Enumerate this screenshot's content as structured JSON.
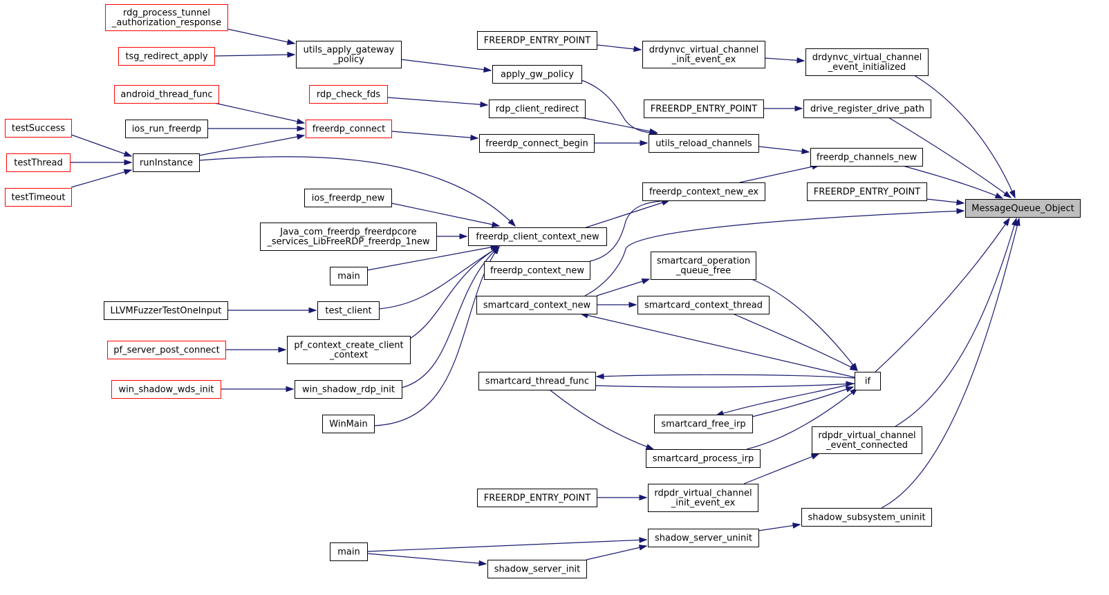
{
  "diagram": {
    "title": "MessageQueue_Object caller graph",
    "colors": {
      "edge": "#191970",
      "normal_border": "#000000",
      "truncated_border": "#ff0000",
      "highlight_fill": "#bfbfbf"
    },
    "nodes": [
      {
        "id": "rdg_process_tunnel_authorization_response",
        "lines": [
          "rdg_process_tunnel",
          "_authorization_response"
        ],
        "style": "truncated"
      },
      {
        "id": "tsg_redirect_apply",
        "lines": [
          "tsg_redirect_apply"
        ],
        "style": "truncated"
      },
      {
        "id": "utils_apply_gateway_policy",
        "lines": [
          "utils_apply_gateway",
          "_policy"
        ],
        "style": "normal"
      },
      {
        "id": "feep1",
        "lines": [
          "FREERDP_ENTRY_POINT"
        ],
        "style": "normal"
      },
      {
        "id": "drdynvc_init",
        "lines": [
          "drdynvc_virtual_channel",
          "_init_event_ex"
        ],
        "style": "normal"
      },
      {
        "id": "drdynvc_event",
        "lines": [
          "drdynvc_virtual_channel",
          "_event_initialized"
        ],
        "style": "normal"
      },
      {
        "id": "apply_gw_policy",
        "lines": [
          "apply_gw_policy"
        ],
        "style": "normal"
      },
      {
        "id": "android_thread_func",
        "lines": [
          "android_thread_func"
        ],
        "style": "truncated"
      },
      {
        "id": "rdp_check_fds",
        "lines": [
          "rdp_check_fds"
        ],
        "style": "truncated"
      },
      {
        "id": "rdp_client_redirect",
        "lines": [
          "rdp_client_redirect"
        ],
        "style": "normal"
      },
      {
        "id": "feep2",
        "lines": [
          "FREERDP_ENTRY_POINT"
        ],
        "style": "normal"
      },
      {
        "id": "drive_register_drive_path",
        "lines": [
          "drive_register_drive_path"
        ],
        "style": "normal"
      },
      {
        "id": "testSuccess",
        "lines": [
          "testSuccess"
        ],
        "style": "truncated"
      },
      {
        "id": "ios_run_freerdp",
        "lines": [
          "ios_run_freerdp"
        ],
        "style": "normal"
      },
      {
        "id": "freerdp_connect",
        "lines": [
          "freerdp_connect"
        ],
        "style": "truncated"
      },
      {
        "id": "freerdp_connect_begin",
        "lines": [
          "freerdp_connect_begin"
        ],
        "style": "normal"
      },
      {
        "id": "utils_reload_channels",
        "lines": [
          "utils_reload_channels"
        ],
        "style": "normal"
      },
      {
        "id": "freerdp_channels_new",
        "lines": [
          "freerdp_channels_new"
        ],
        "style": "normal"
      },
      {
        "id": "testThread",
        "lines": [
          "testThread"
        ],
        "style": "truncated"
      },
      {
        "id": "runInstance",
        "lines": [
          "runInstance"
        ],
        "style": "normal"
      },
      {
        "id": "testTimeout",
        "lines": [
          "testTimeout"
        ],
        "style": "truncated"
      },
      {
        "id": "ios_freerdp_new",
        "lines": [
          "ios_freerdp_new"
        ],
        "style": "normal"
      },
      {
        "id": "freerdp_context_new_ex",
        "lines": [
          "freerdp_context_new_ex"
        ],
        "style": "normal"
      },
      {
        "id": "feep3",
        "lines": [
          "FREERDP_ENTRY_POINT"
        ],
        "style": "normal"
      },
      {
        "id": "MessageQueue_Object",
        "lines": [
          "MessageQueue_Object"
        ],
        "style": "highlight"
      },
      {
        "id": "java_new",
        "lines": [
          "Java_com_freerdp_freerdpcore",
          "_services_LibFreeRDP_freerdp_1new"
        ],
        "style": "normal"
      },
      {
        "id": "freerdp_client_context_new",
        "lines": [
          "freerdp_client_context_new"
        ],
        "style": "normal"
      },
      {
        "id": "main1",
        "lines": [
          "main"
        ],
        "style": "normal"
      },
      {
        "id": "freerdp_context_new",
        "lines": [
          "freerdp_context_new"
        ],
        "style": "normal"
      },
      {
        "id": "smartcard_operation_queue_free",
        "lines": [
          "smartcard_operation",
          "_queue_free"
        ],
        "style": "normal"
      },
      {
        "id": "LLVMFuzzerTestOneInput",
        "lines": [
          "LLVMFuzzerTestOneInput"
        ],
        "style": "normal"
      },
      {
        "id": "test_client",
        "lines": [
          "test_client"
        ],
        "style": "normal"
      },
      {
        "id": "smartcard_context_new",
        "lines": [
          "smartcard_context_new"
        ],
        "style": "normal"
      },
      {
        "id": "smartcard_context_thread",
        "lines": [
          "smartcard_context_thread"
        ],
        "style": "normal"
      },
      {
        "id": "pf_server_post_connect",
        "lines": [
          "pf_server_post_connect"
        ],
        "style": "truncated"
      },
      {
        "id": "pf_context_create_client_context",
        "lines": [
          "pf_context_create_client",
          "_context"
        ],
        "style": "normal"
      },
      {
        "id": "smartcard_thread_func",
        "lines": [
          "smartcard_thread_func"
        ],
        "style": "normal"
      },
      {
        "id": "if",
        "lines": [
          "if"
        ],
        "style": "normal"
      },
      {
        "id": "win_shadow_wds_init",
        "lines": [
          "win_shadow_wds_init"
        ],
        "style": "truncated"
      },
      {
        "id": "win_shadow_rdp_init",
        "lines": [
          "win_shadow_rdp_init"
        ],
        "style": "normal"
      },
      {
        "id": "WinMain",
        "lines": [
          "WinMain"
        ],
        "style": "normal"
      },
      {
        "id": "smartcard_free_irp",
        "lines": [
          "smartcard_free_irp"
        ],
        "style": "normal"
      },
      {
        "id": "rdpdr_event_connected",
        "lines": [
          "rdpdr_virtual_channel",
          "_event_connected"
        ],
        "style": "normal"
      },
      {
        "id": "smartcard_process_irp",
        "lines": [
          "smartcard_process_irp"
        ],
        "style": "normal"
      },
      {
        "id": "feep4",
        "lines": [
          "FREERDP_ENTRY_POINT"
        ],
        "style": "normal"
      },
      {
        "id": "rdpdr_init",
        "lines": [
          "rdpdr_virtual_channel",
          "_init_event_ex"
        ],
        "style": "normal"
      },
      {
        "id": "shadow_subsystem_uninit",
        "lines": [
          "shadow_subsystem_uninit"
        ],
        "style": "normal"
      },
      {
        "id": "shadow_server_uninit",
        "lines": [
          "shadow_server_uninit"
        ],
        "style": "normal"
      },
      {
        "id": "main2",
        "lines": [
          "main"
        ],
        "style": "normal"
      },
      {
        "id": "shadow_server_init",
        "lines": [
          "shadow_server_init"
        ],
        "style": "normal"
      }
    ],
    "edges": [
      {
        "from": "rdg_process_tunnel_authorization_response",
        "to": "utils_apply_gateway_policy"
      },
      {
        "from": "tsg_redirect_apply",
        "to": "utils_apply_gateway_policy"
      },
      {
        "from": "utils_apply_gateway_policy",
        "to": "apply_gw_policy"
      },
      {
        "from": "feep1",
        "to": "drdynvc_init"
      },
      {
        "from": "drdynvc_init",
        "to": "drdynvc_event"
      },
      {
        "from": "drdynvc_event",
        "to": "MessageQueue_Object"
      },
      {
        "from": "apply_gw_policy",
        "to": "utils_reload_channels"
      },
      {
        "from": "android_thread_func",
        "to": "freerdp_connect"
      },
      {
        "from": "ios_run_freerdp",
        "to": "freerdp_connect"
      },
      {
        "from": "runInstance",
        "to": "freerdp_connect"
      },
      {
        "from": "rdp_check_fds",
        "to": "rdp_client_redirect"
      },
      {
        "from": "rdp_client_redirect",
        "to": "utils_reload_channels"
      },
      {
        "from": "feep2",
        "to": "drive_register_drive_path"
      },
      {
        "from": "drive_register_drive_path",
        "to": "MessageQueue_Object"
      },
      {
        "from": "testSuccess",
        "to": "runInstance"
      },
      {
        "from": "testThread",
        "to": "runInstance"
      },
      {
        "from": "testTimeout",
        "to": "runInstance"
      },
      {
        "from": "freerdp_connect",
        "to": "freerdp_connect_begin"
      },
      {
        "from": "freerdp_connect_begin",
        "to": "utils_reload_channels"
      },
      {
        "from": "utils_reload_channels",
        "to": "freerdp_channels_new"
      },
      {
        "from": "freerdp_channels_new",
        "to": "MessageQueue_Object"
      },
      {
        "from": "freerdp_context_new_ex",
        "to": "freerdp_channels_new"
      },
      {
        "from": "runInstance",
        "to": "freerdp_client_context_new"
      },
      {
        "from": "ios_freerdp_new",
        "to": "freerdp_client_context_new"
      },
      {
        "from": "java_new",
        "to": "freerdp_client_context_new"
      },
      {
        "from": "main1",
        "to": "freerdp_client_context_new"
      },
      {
        "from": "test_client",
        "to": "freerdp_client_context_new"
      },
      {
        "from": "pf_context_create_client_context",
        "to": "freerdp_client_context_new"
      },
      {
        "from": "win_shadow_rdp_init",
        "to": "freerdp_client_context_new"
      },
      {
        "from": "WinMain",
        "to": "freerdp_client_context_new"
      },
      {
        "from": "freerdp_client_context_new",
        "to": "freerdp_context_new_ex"
      },
      {
        "from": "freerdp_context_new",
        "to": "freerdp_context_new_ex"
      },
      {
        "from": "feep3",
        "to": "MessageQueue_Object"
      },
      {
        "from": "smartcard_context_new",
        "to": "MessageQueue_Object"
      },
      {
        "from": "LLVMFuzzerTestOneInput",
        "to": "test_client"
      },
      {
        "from": "pf_server_post_connect",
        "to": "pf_context_create_client_context"
      },
      {
        "from": "win_shadow_wds_init",
        "to": "win_shadow_rdp_init"
      },
      {
        "from": "smartcard_context_new",
        "to": "smartcard_operation_queue_free"
      },
      {
        "from": "smartcard_context_new",
        "to": "smartcard_context_thread"
      },
      {
        "from": "smartcard_operation_queue_free",
        "to": "if"
      },
      {
        "from": "smartcard_context_thread",
        "to": "if"
      },
      {
        "from": "if",
        "to": "smartcard_context_new"
      },
      {
        "from": "if",
        "to": "smartcard_thread_func"
      },
      {
        "from": "smartcard_thread_func",
        "to": "if"
      },
      {
        "from": "if",
        "to": "smartcard_free_irp"
      },
      {
        "from": "smartcard_free_irp",
        "to": "if"
      },
      {
        "from": "smartcard_thread_func",
        "to": "smartcard_process_irp"
      },
      {
        "from": "smartcard_process_irp",
        "to": "if"
      },
      {
        "from": "if",
        "to": "MessageQueue_Object"
      },
      {
        "from": "rdpdr_event_connected",
        "to": "MessageQueue_Object"
      },
      {
        "from": "feep4",
        "to": "rdpdr_init"
      },
      {
        "from": "rdpdr_init",
        "to": "rdpdr_event_connected"
      },
      {
        "from": "shadow_subsystem_uninit",
        "to": "MessageQueue_Object"
      },
      {
        "from": "shadow_server_uninit",
        "to": "shadow_subsystem_uninit"
      },
      {
        "from": "main2",
        "to": "shadow_server_uninit"
      },
      {
        "from": "main2",
        "to": "shadow_server_init"
      },
      {
        "from": "shadow_server_init",
        "to": "shadow_server_uninit"
      }
    ]
  }
}
